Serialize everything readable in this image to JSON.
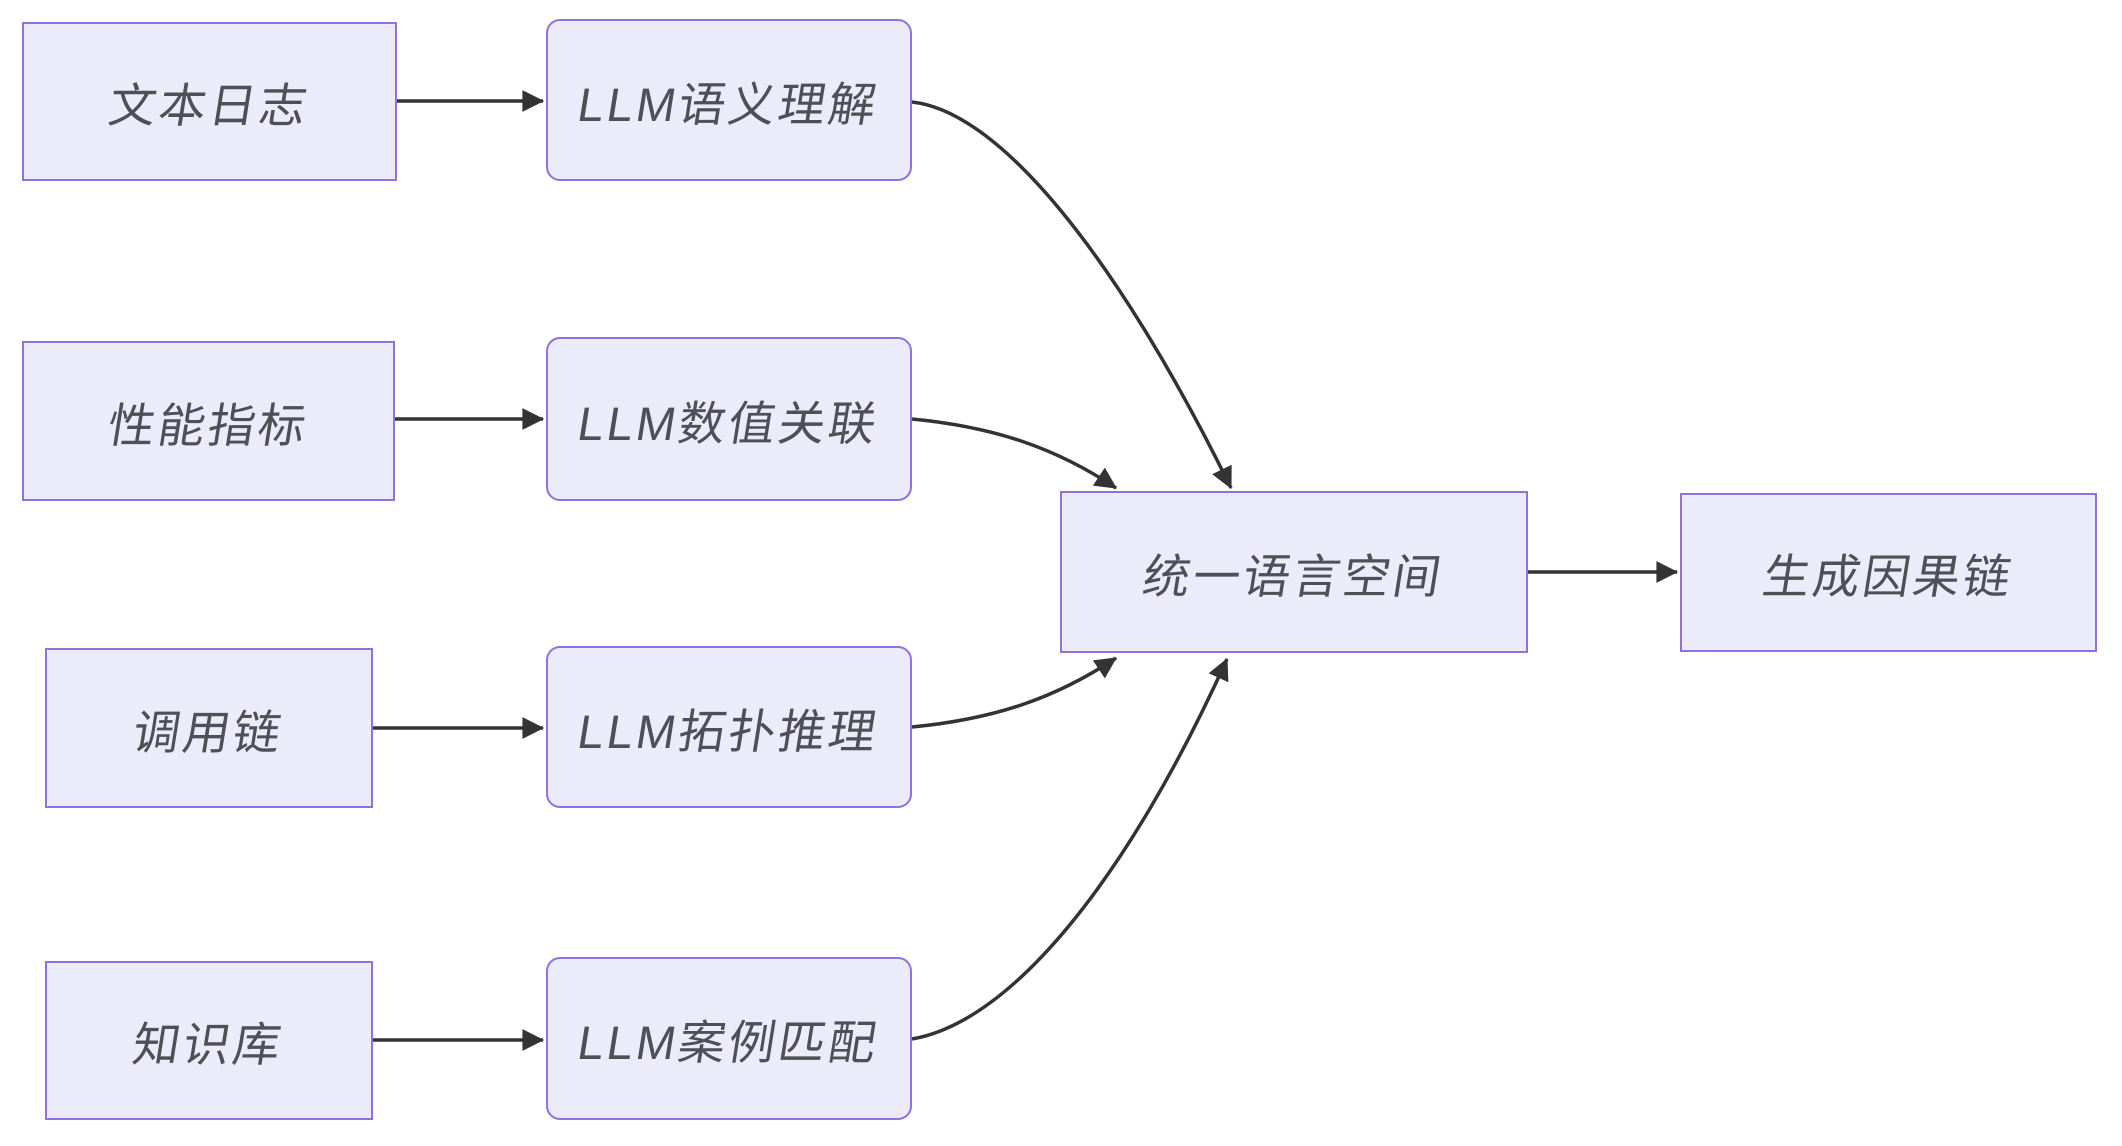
{
  "diagram": {
    "type": "flowchart",
    "colors": {
      "background": "#ffffff",
      "node_fill": "#ECEBFA",
      "node_border": "#9370DB",
      "text_color": "#4F4F56",
      "edge_color": "#333333"
    },
    "nodes": {
      "text_log": {
        "label": "文本日志",
        "shape": "rect"
      },
      "llm_semantic": {
        "label": "LLM语义理解",
        "shape": "rounded"
      },
      "perf_metrics": {
        "label": "性能指标",
        "shape": "rect"
      },
      "llm_numeric": {
        "label": "LLM数值关联",
        "shape": "rounded"
      },
      "call_chain": {
        "label": "调用链",
        "shape": "rect"
      },
      "llm_topology": {
        "label": "LLM拓扑推理",
        "shape": "rounded"
      },
      "knowledge_base": {
        "label": "知识库",
        "shape": "rect"
      },
      "llm_case": {
        "label": "LLM案例匹配",
        "shape": "rounded"
      },
      "unified_space": {
        "label": "统一语言空间",
        "shape": "rect"
      },
      "causal_chain": {
        "label": "生成因果链",
        "shape": "rect"
      }
    },
    "edges": [
      {
        "from": "text_log",
        "to": "llm_semantic"
      },
      {
        "from": "perf_metrics",
        "to": "llm_numeric"
      },
      {
        "from": "call_chain",
        "to": "llm_topology"
      },
      {
        "from": "knowledge_base",
        "to": "llm_case"
      },
      {
        "from": "llm_semantic",
        "to": "unified_space"
      },
      {
        "from": "llm_numeric",
        "to": "unified_space"
      },
      {
        "from": "llm_topology",
        "to": "unified_space"
      },
      {
        "from": "llm_case",
        "to": "unified_space"
      },
      {
        "from": "unified_space",
        "to": "causal_chain"
      }
    ]
  }
}
